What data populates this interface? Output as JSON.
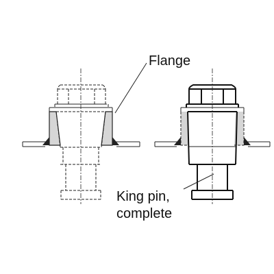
{
  "labels": {
    "flange": "Flange",
    "king_pin_line1": "King pin,",
    "king_pin_line2": "complete"
  }
}
